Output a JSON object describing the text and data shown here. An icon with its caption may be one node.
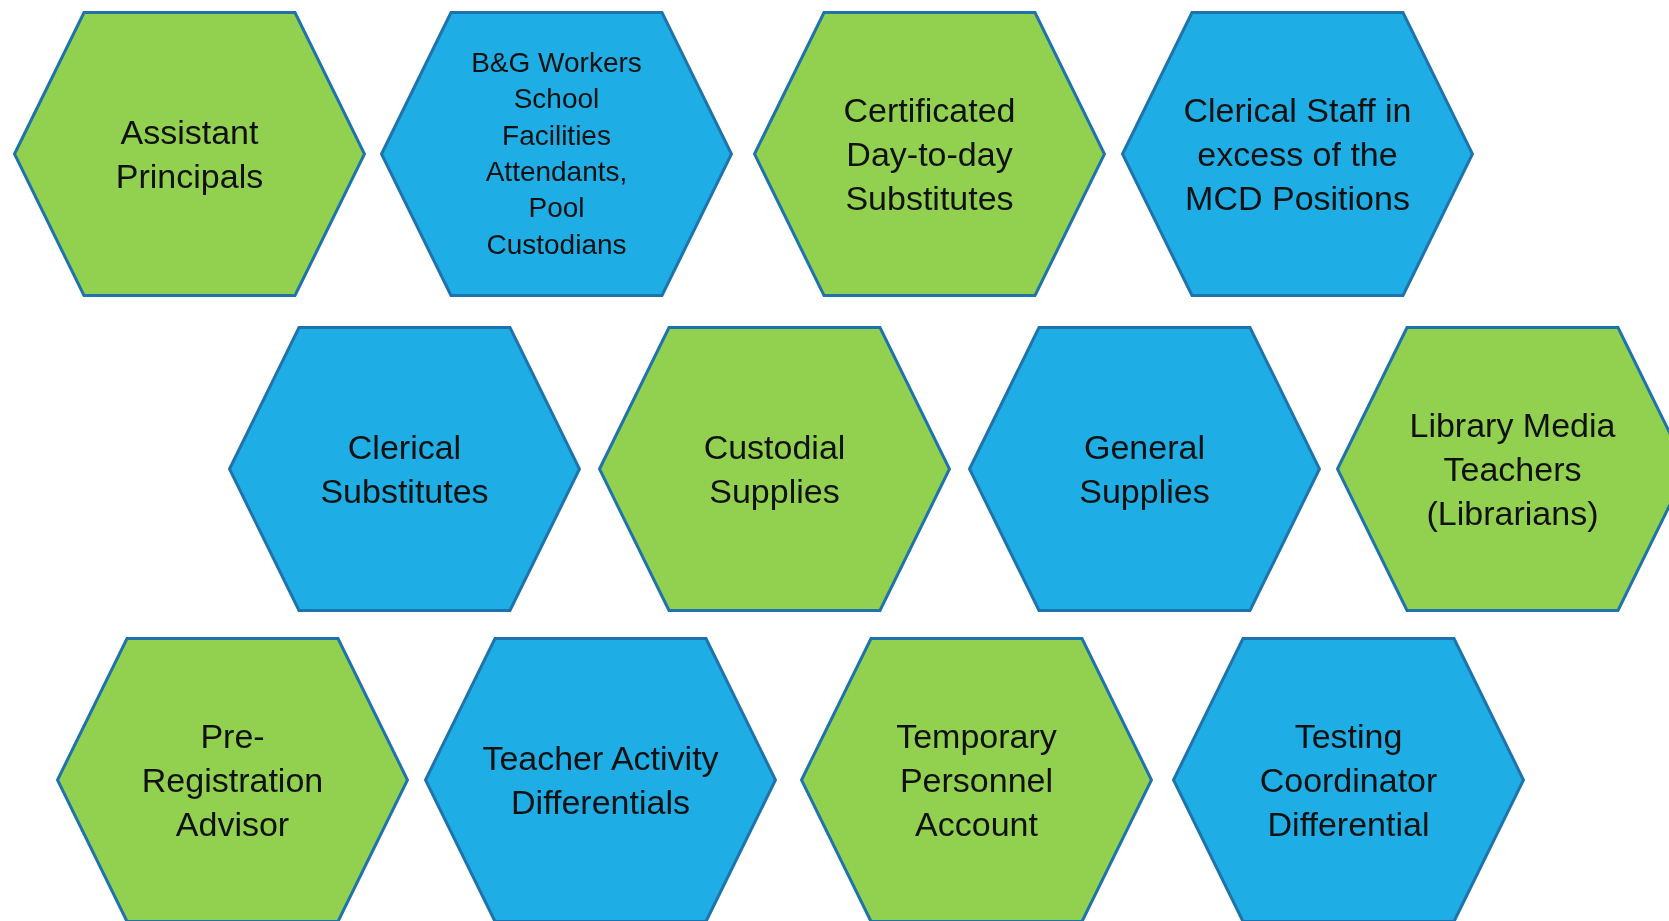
{
  "diagram": {
    "nodes": [
      {
        "text": [
          "Assistant Principals"
        ]
      },
      {
        "text": [
          "B&G Workers School Facilities Attendants, Pool Custodians"
        ]
      },
      {
        "text": [
          "Certificated Day-to-day Substitutes"
        ]
      },
      {
        "text": [
          "Clerical Staff in excess of the MCD Positions"
        ]
      },
      {
        "text": [
          "Clerical Substitutes"
        ]
      },
      {
        "text": [
          "Custodial Supplies"
        ]
      },
      {
        "text": [
          "General Supplies"
        ]
      },
      {
        "text": [
          "Library Media Teachers (Librarians)"
        ]
      },
      {
        "text": [
          "Pre-Registration Advisor"
        ]
      },
      {
        "text": [
          "Teacher Activity Differentials"
        ]
      },
      {
        "text": [
          "Temporary Personnel Account"
        ]
      },
      {
        "text": [
          "Testing Coordinator Differential"
        ]
      }
    ]
  }
}
